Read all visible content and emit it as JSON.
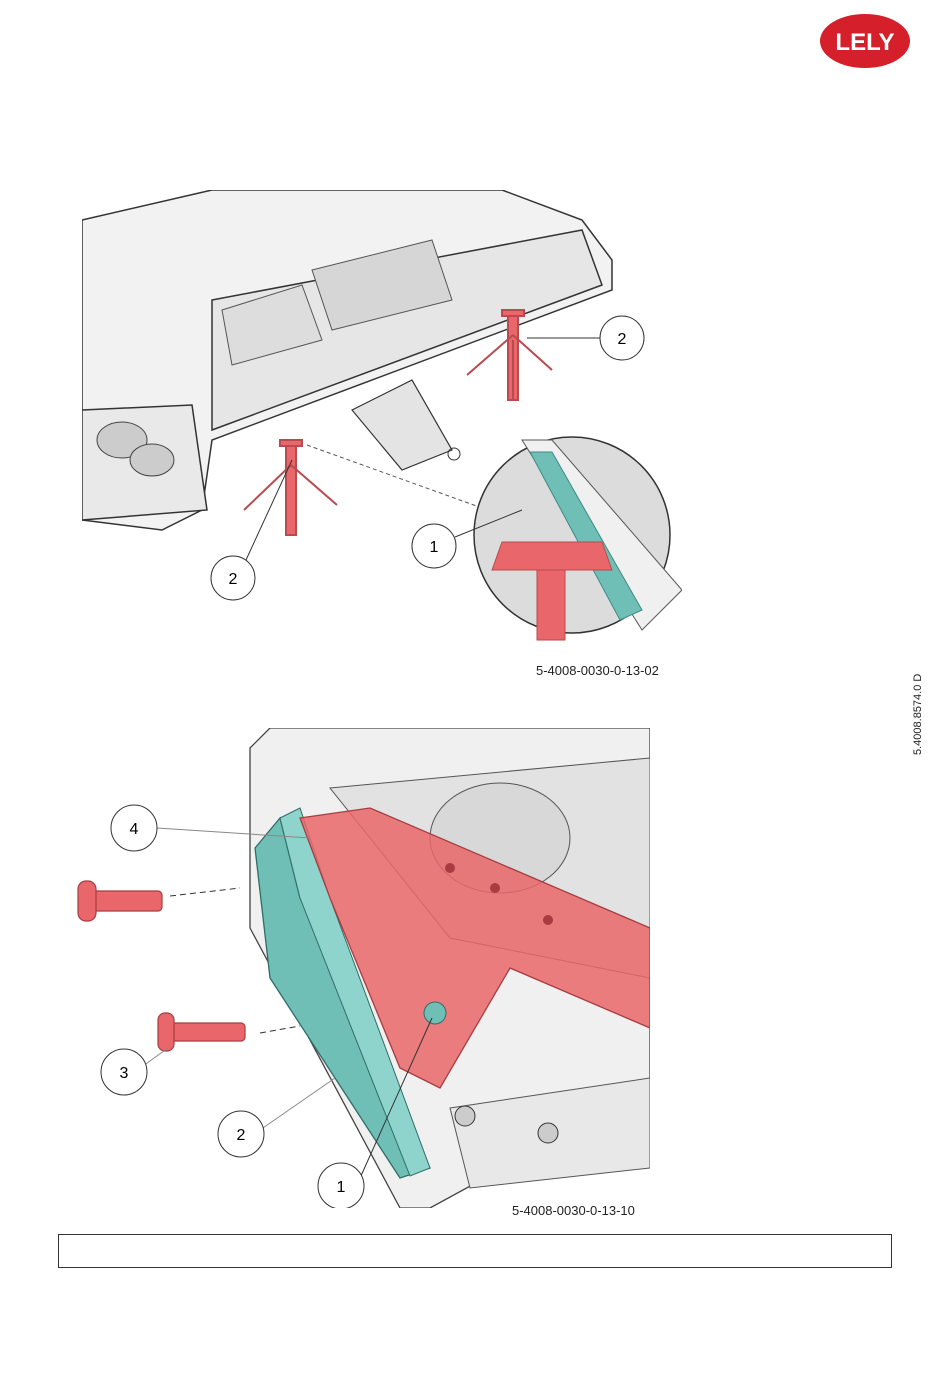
{
  "brand": {
    "logo_text": "LELY",
    "color": "#D51F2B"
  },
  "side_code": "5.4008.8574.0 D",
  "figure_1": {
    "code": "5-4008-0030-0-13-02",
    "callouts": [
      "1",
      "2",
      "2"
    ]
  },
  "figure_2": {
    "code": "5-4008-0030-0-13-10",
    "callouts": [
      "4",
      "3",
      "2",
      "1"
    ]
  },
  "note_box": {
    "text": ""
  },
  "colors": {
    "red_part": "#E9676A",
    "teal_part": "#6FBFB6",
    "outline": "#333333"
  }
}
